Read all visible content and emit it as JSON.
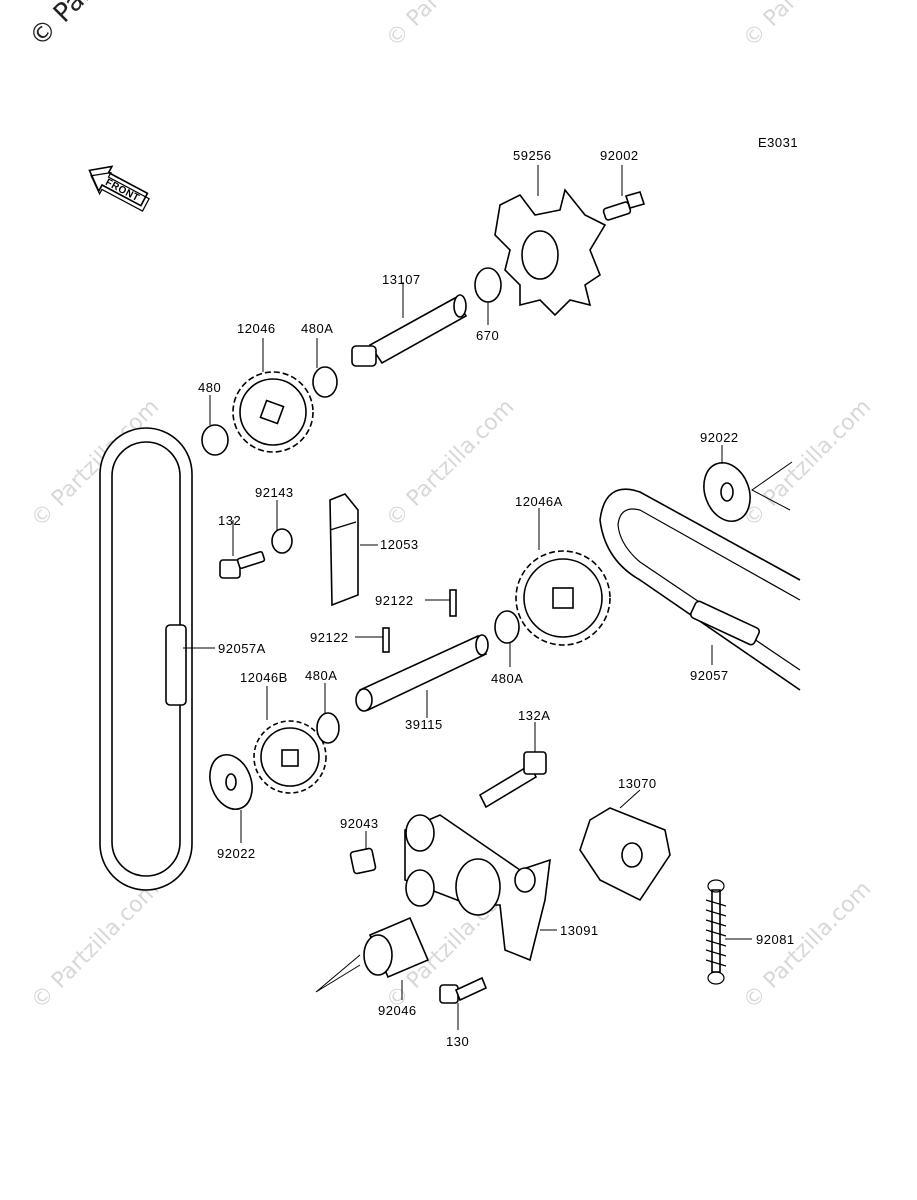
{
  "diagram_code": "E3031",
  "front_label": "FRONT",
  "watermark": {
    "corner": "© Parts",
    "repeat": "© Partzilla.com"
  },
  "callouts": [
    {
      "id": "59256",
      "text": "59256"
    },
    {
      "id": "92002",
      "text": "92002"
    },
    {
      "id": "13107",
      "text": "13107"
    },
    {
      "id": "670",
      "text": "670"
    },
    {
      "id": "12046",
      "text": "12046"
    },
    {
      "id": "480A-top",
      "text": "480A"
    },
    {
      "id": "480",
      "text": "480"
    },
    {
      "id": "92022-right",
      "text": "92022"
    },
    {
      "id": "92143",
      "text": "92143"
    },
    {
      "id": "132",
      "text": "132"
    },
    {
      "id": "12053",
      "text": "12053"
    },
    {
      "id": "12046A",
      "text": "12046A"
    },
    {
      "id": "92122-upper",
      "text": "92122"
    },
    {
      "id": "92122-lower",
      "text": "92122"
    },
    {
      "id": "92057A",
      "text": "92057A"
    },
    {
      "id": "92057",
      "text": "92057"
    },
    {
      "id": "480A-right",
      "text": "480A"
    },
    {
      "id": "12046B",
      "text": "12046B"
    },
    {
      "id": "480A-mid",
      "text": "480A"
    },
    {
      "id": "39115",
      "text": "39115"
    },
    {
      "id": "132A",
      "text": "132A"
    },
    {
      "id": "13070",
      "text": "13070"
    },
    {
      "id": "92043",
      "text": "92043"
    },
    {
      "id": "92022-left",
      "text": "92022"
    },
    {
      "id": "13091",
      "text": "13091"
    },
    {
      "id": "92081",
      "text": "92081"
    },
    {
      "id": "92046",
      "text": "92046"
    },
    {
      "id": "130",
      "text": "130"
    }
  ]
}
